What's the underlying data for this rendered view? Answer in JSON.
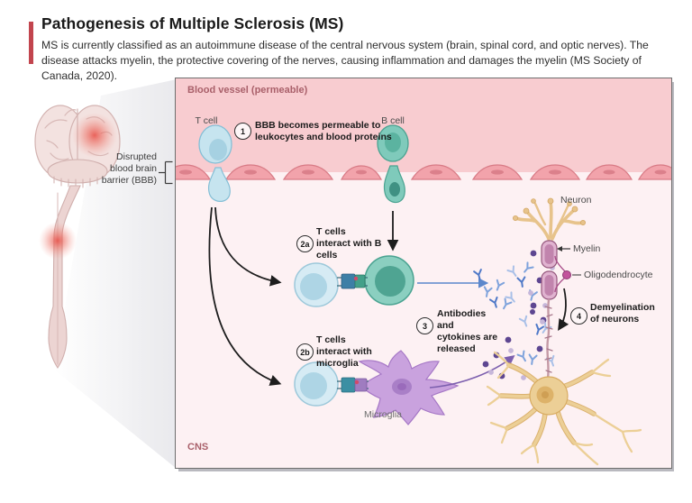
{
  "header": {
    "title": "Pathogenesis of Multiple Sclerosis (MS)",
    "description": "MS is currently classified as an autoimmune disease of the central nervous system (brain, spinal cord, and optic nerves). The disease attacks myelin, the protective covering of the nerves, causing inflammation and damages the myelin (MS Society of Canada, 2020)."
  },
  "anatomy": {
    "bbb_label": "Disrupted\nblood brain\nbarrier (BBB)"
  },
  "panel": {
    "vessel_label": "Blood vessel (permeable)",
    "cns_label": "CNS",
    "labels": {
      "t_cell": "T cell",
      "b_cell": "B cell",
      "microglia": "Microglia",
      "neuron": "Neuron",
      "myelin": "Myelin",
      "oligodendrocyte": "Oligodendrocyte"
    },
    "steps": [
      {
        "number": "1",
        "text": "BBB becomes permeable to\nleukocytes and blood proteins"
      },
      {
        "number": "2a",
        "text": "T cells\ninteract with B\ncells"
      },
      {
        "number": "2b",
        "text": "T cells\ninteract with\nmicroglia"
      },
      {
        "number": "3",
        "text": "Antibodies\nand\ncytokines are\nreleased"
      },
      {
        "number": "4",
        "text": "Demyelination\nof neurons"
      }
    ]
  },
  "colors": {
    "accent": "#c2454e",
    "panel_bg": "#fdf1f3",
    "vessel_bg": "#f8ccd0",
    "endothelium": "#f2a3ab",
    "endothelium_outline": "#d87b86",
    "rose_label": "#a9606a",
    "t_cell": "#c6e4ef",
    "t_cell_outline": "#85bfd6",
    "b_cell": "#7fcabb",
    "b_cell_outline": "#4aa391",
    "microglia": "#c9a2de",
    "microglia_outline": "#a678c6",
    "neuron": "#e9c98f",
    "neuron_outline": "#d8ab61",
    "myelin": "#e0b3d0",
    "myelin_outline": "#96587e",
    "oligodendrocyte": "#c2539c",
    "antibody_blue": "#4f79c8",
    "cytokine_dark": "#5d4691",
    "cytokine_light": "#c6b7da",
    "arrow_black": "#1d1d1d",
    "arrow_blue": "#5b87cc",
    "arrow_purple": "#7c5fae",
    "inflammation": "#e74c3c"
  }
}
